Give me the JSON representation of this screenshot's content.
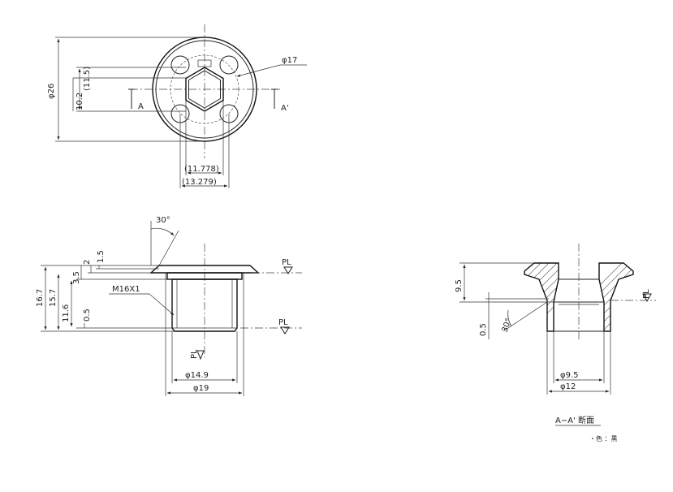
{
  "top_view": {
    "dim_outer_dia": "φ26",
    "dim_hole_circle": "φ17",
    "dim_height_a": "(11.5)",
    "dim_height_b": "10.2",
    "section_left": "A",
    "section_right": "A'",
    "dim_hex_flats": "(11.778)",
    "dim_hex_corners": "(13.279)"
  },
  "side_view": {
    "dim_chamfer_angle": "30°",
    "dim_total_h": "16.7",
    "dim_body_h": "15.7",
    "dim_thread_h": "11.6",
    "dim_flange_a": "3.5",
    "dim_flange_b": "2",
    "dim_flange_c": "1.5",
    "dim_step": "0.5",
    "thread_spec": "M16X1",
    "dim_thread_dia": "φ14.9",
    "dim_flange_dia": "φ19",
    "pl_top": "PL",
    "pl_bottom": "PL",
    "pl_center": "PL"
  },
  "section_view": {
    "dim_upper_h": "9.5",
    "dim_step": "0.5",
    "dim_angle": "30°",
    "pl_label": "PL",
    "dim_bore": "φ9.5",
    "dim_outer": "φ12",
    "title": "A−A' 断面",
    "note": "・色 ：黒"
  }
}
